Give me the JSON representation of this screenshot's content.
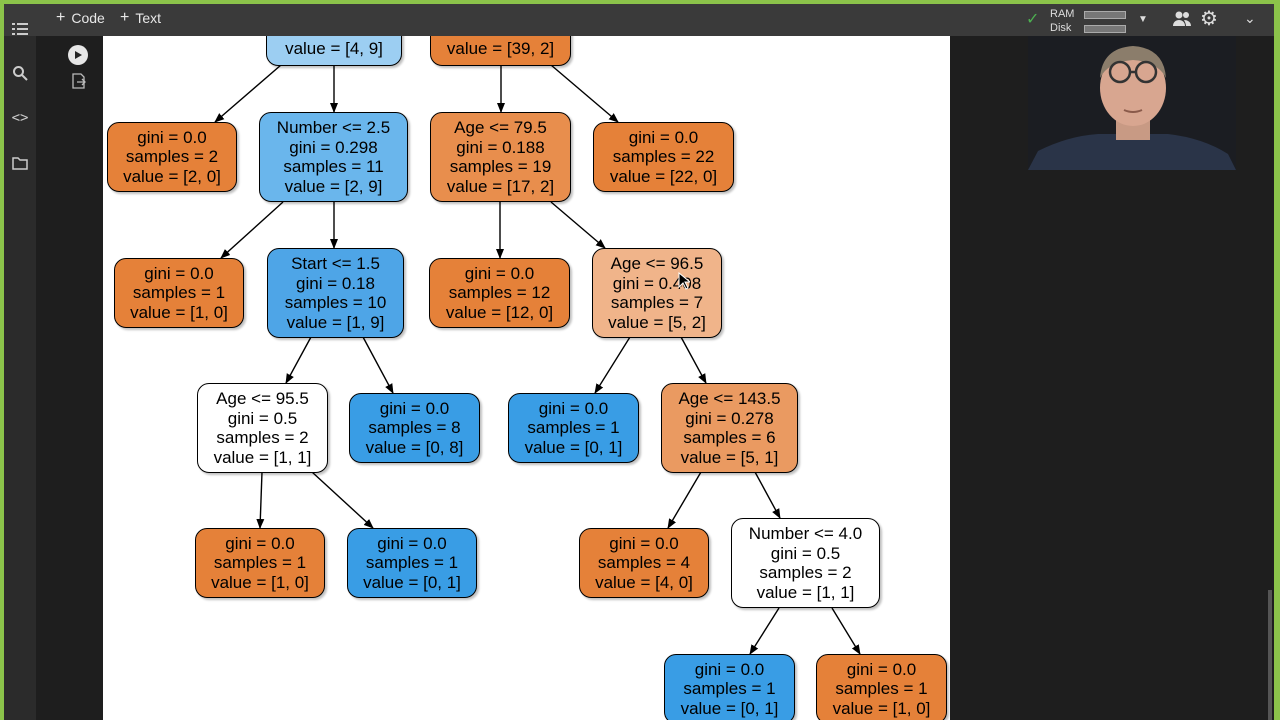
{
  "toolbar": {
    "code_label": "Code",
    "text_label": "Text",
    "ram_label": "RAM",
    "disk_label": "Disk"
  },
  "sidebar": {
    "icons": [
      "menu-icon",
      "search-icon",
      "code-icon",
      "folder-icon"
    ]
  },
  "colors": {
    "orange_strong": "#e58139",
    "orange_medium": "#eb9d65",
    "orange_light": "#f2c09c",
    "blue_strong": "#399de5",
    "blue_medium": "#6ab6ec",
    "blue_light": "#9ccef2",
    "white": "#ffffff",
    "accent_border": "#8bc34a"
  },
  "tree": {
    "nodes": [
      {
        "id": "n_top_left",
        "lines": [
          "value = [4, 9]"
        ]
      },
      {
        "id": "n_top_right",
        "lines": [
          "value = [39, 2]"
        ]
      },
      {
        "id": "n1",
        "lines": [
          "gini = 0.0",
          "samples = 2",
          "value = [2, 0]"
        ]
      },
      {
        "id": "n2",
        "lines": [
          "Number <= 2.5",
          "gini = 0.298",
          "samples = 11",
          "value = [2, 9]"
        ]
      },
      {
        "id": "n3",
        "lines": [
          "Age <= 79.5",
          "gini = 0.188",
          "samples = 19",
          "value = [17, 2]"
        ]
      },
      {
        "id": "n4",
        "lines": [
          "gini = 0.0",
          "samples = 22",
          "value = [22, 0]"
        ]
      },
      {
        "id": "n5",
        "lines": [
          "gini = 0.0",
          "samples = 1",
          "value = [1, 0]"
        ]
      },
      {
        "id": "n6",
        "lines": [
          "Start <= 1.5",
          "gini = 0.18",
          "samples = 10",
          "value = [1, 9]"
        ]
      },
      {
        "id": "n7",
        "lines": [
          "gini = 0.0",
          "samples = 12",
          "value = [12, 0]"
        ]
      },
      {
        "id": "n8",
        "lines": [
          "Age <= 96.5",
          "gini = 0.408",
          "samples = 7",
          "value = [5, 2]"
        ]
      },
      {
        "id": "n9",
        "lines": [
          "Age <= 95.5",
          "gini = 0.5",
          "samples = 2",
          "value = [1, 1]"
        ]
      },
      {
        "id": "n10",
        "lines": [
          "gini = 0.0",
          "samples = 8",
          "value = [0, 8]"
        ]
      },
      {
        "id": "n11",
        "lines": [
          "gini = 0.0",
          "samples = 1",
          "value = [0, 1]"
        ]
      },
      {
        "id": "n12",
        "lines": [
          "Age <= 143.5",
          "gini = 0.278",
          "samples = 6",
          "value = [5, 1]"
        ]
      },
      {
        "id": "n13",
        "lines": [
          "gini = 0.0",
          "samples = 1",
          "value = [1, 0]"
        ]
      },
      {
        "id": "n14",
        "lines": [
          "gini = 0.0",
          "samples = 1",
          "value = [0, 1]"
        ]
      },
      {
        "id": "n15",
        "lines": [
          "gini = 0.0",
          "samples = 4",
          "value = [4, 0]"
        ]
      },
      {
        "id": "n16",
        "lines": [
          "Number <= 4.0",
          "gini = 0.5",
          "samples = 2",
          "value = [1, 1]"
        ]
      },
      {
        "id": "n17",
        "lines": [
          "gini = 0.0",
          "samples = 1",
          "value = [0, 1]"
        ]
      },
      {
        "id": "n18",
        "lines": [
          "gini = 0.0",
          "samples = 1",
          "value = [1, 0]"
        ]
      }
    ]
  }
}
